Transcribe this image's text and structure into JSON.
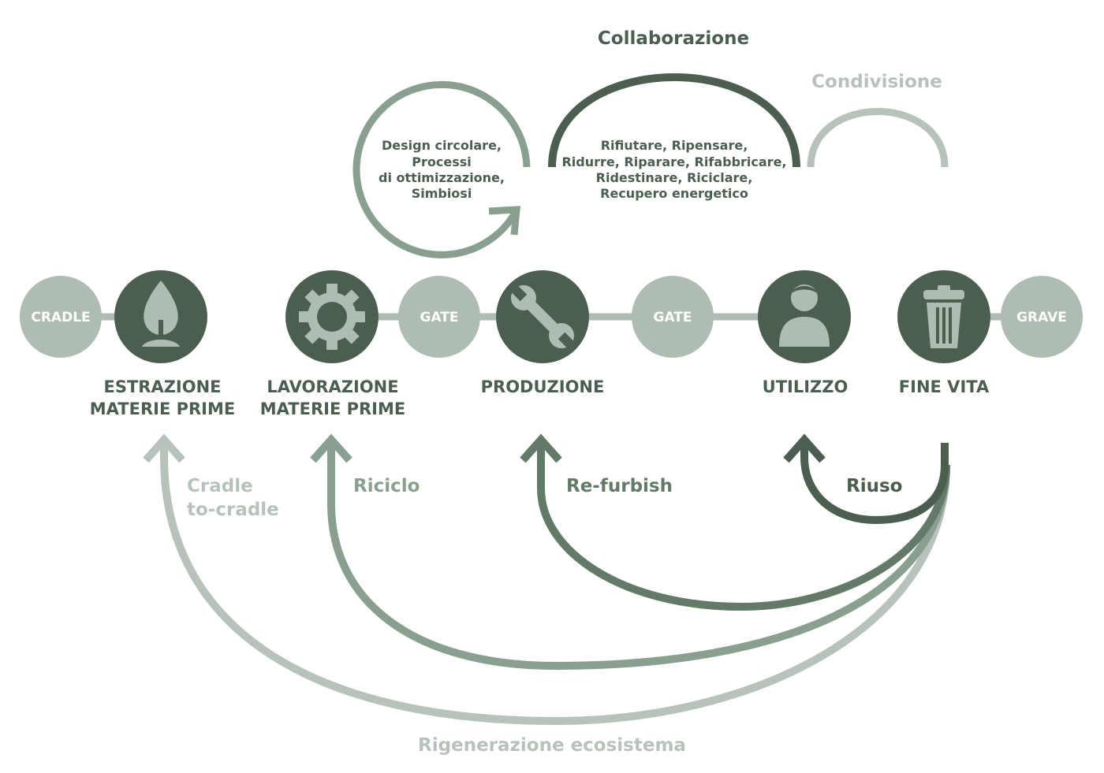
{
  "colors": {
    "dark": "#4b5e50",
    "mid": "#637a68",
    "medium": "#899f8f",
    "light": "#aebcb2",
    "pale": "#b7c3ba",
    "white": "#ffffff"
  },
  "phases": [
    {
      "label": "CRADLE"
    },
    {
      "label": "GATE"
    },
    {
      "label": "GATE"
    },
    {
      "label": "GRAVE"
    }
  ],
  "stages": [
    {
      "line1": "ESTRAZIONE",
      "line2": "MATERIE PRIME",
      "icon": "leaf-icon"
    },
    {
      "line1": "LAVORAZIONE",
      "line2": "MATERIE PRIME",
      "icon": "gear-icon"
    },
    {
      "line1": "PRODUZIONE",
      "line2": "",
      "icon": "wrench-icon"
    },
    {
      "line1": "UTILIZZO",
      "line2": "",
      "icon": "user-icon"
    },
    {
      "line1": "FINE VITA",
      "line2": "",
      "icon": "trash-icon"
    }
  ],
  "top": {
    "circular": {
      "lines": [
        "Design circolare,",
        "Processi",
        "di ottimizzazione,",
        "Simbiosi"
      ]
    },
    "collaborazione": {
      "title": "Collaborazione",
      "lines": [
        "Rifiutare, Ripensare,",
        "Ridurre, Riparare, Rifabbricare,",
        "Ridestinare, Riciclare,",
        "Recupero energetico"
      ]
    },
    "condivisione": {
      "title": "Condivisione"
    }
  },
  "loops": {
    "cradle_line1": "Cradle",
    "cradle_line2": "to-cradle",
    "riciclo": "Riciclo",
    "refurbish": "Re-furbish",
    "riuso": "Riuso",
    "rigenerazione": "Rigenerazione ecosistema"
  }
}
